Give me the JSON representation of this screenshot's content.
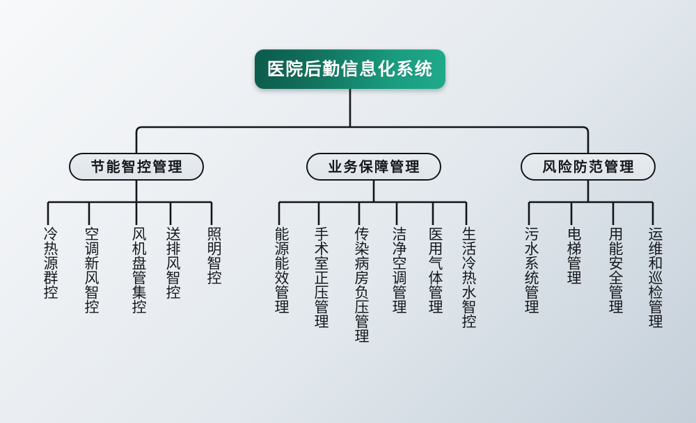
{
  "diagram": {
    "type": "organization-tree",
    "title": "医院后勤信息化系统",
    "background_color_start": "#f7f9fa",
    "background_color_end": "#c4cfd9",
    "root_accent_color": "#199c7f",
    "root": {
      "label": "医院后勤信息化系统"
    },
    "branches": [
      {
        "label": "节能智控管理",
        "leaves": [
          {
            "label": "冷热源群控"
          },
          {
            "label": "空调新风智控"
          },
          {
            "label": "风机盘管集控"
          },
          {
            "label": "送排风智控"
          },
          {
            "label": "照明智控"
          }
        ]
      },
      {
        "label": "业务保障管理",
        "leaves": [
          {
            "label": "能源能效管理"
          },
          {
            "label": "手术室正压管理"
          },
          {
            "label": "传染病房负压管理"
          },
          {
            "label": "洁净空调管理"
          },
          {
            "label": "医用气体管理"
          },
          {
            "label": "生活冷热水智控"
          }
        ]
      },
      {
        "label": "风险防范管理",
        "leaves": [
          {
            "label": "污水系统管理"
          },
          {
            "label": "电梯管理"
          },
          {
            "label": "用能安全管理"
          },
          {
            "label": "运维和巡检管理"
          }
        ]
      }
    ]
  }
}
